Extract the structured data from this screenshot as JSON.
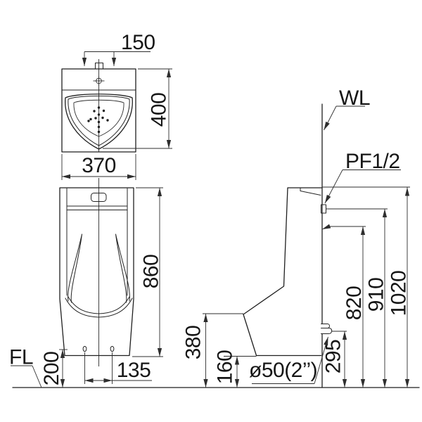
{
  "drawing": {
    "type": "urinal installation dimension drawing",
    "colors": {
      "background": "#ffffff",
      "line": "#1f1f1f",
      "dimension_line": "#2e2e2e",
      "text": "#161616"
    },
    "dimensions": {
      "hanger_spacing": "150",
      "upper_height": "400",
      "overall_width": "370",
      "overall_height": "860",
      "fixing_hole_spacing": "135",
      "fixing_hole_height": "200",
      "front_height": "380",
      "base_height": "160",
      "outlet_height": "295",
      "spreader_height": "820",
      "inlet_height": "910",
      "rim_height": "1020"
    },
    "labels": {
      "wall_line": "WL",
      "floor_line": "FL",
      "inlet_fitting": "PF1/2",
      "outlet_size": "ø50(2’’)"
    }
  }
}
